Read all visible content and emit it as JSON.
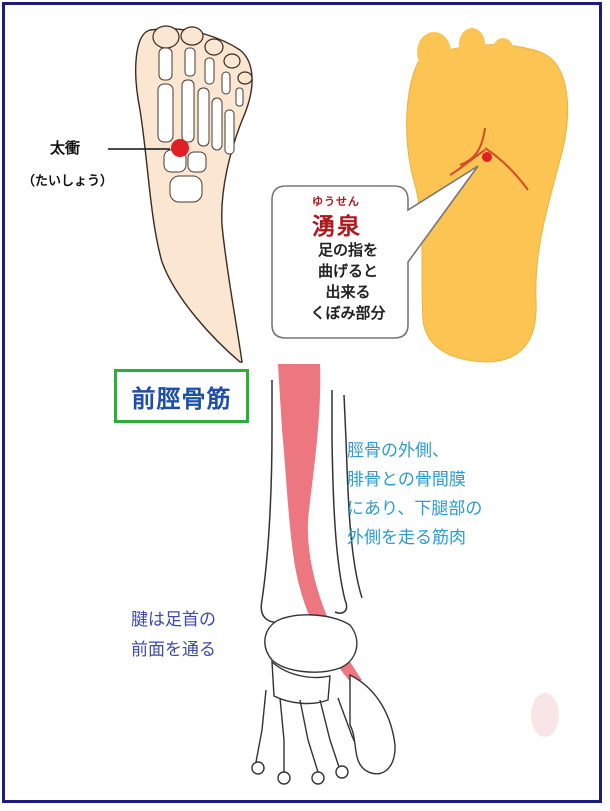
{
  "labels": {
    "taisho": "太衝",
    "taisho_reading": "（たいしょう）",
    "yusen_reading": "ゆうせん",
    "yusen": "湧泉",
    "yusen_desc": [
      "足の指を",
      "曲げると",
      "出来る",
      "くぼみ部分"
    ],
    "muscle_name": "前脛骨筋",
    "muscle_desc": [
      "脛骨の外側、",
      "腓骨との骨間膜",
      "にあり、下腿部の",
      "外側を走る筋肉"
    ],
    "tendon_desc": [
      "腱は足首の",
      "前面を通る"
    ]
  },
  "colors": {
    "frame": "#1c1c7a",
    "acupoint": "#e01f26",
    "sole": "#fcc453",
    "muscle": "#ec7780",
    "box_border": "#2cae37"
  }
}
